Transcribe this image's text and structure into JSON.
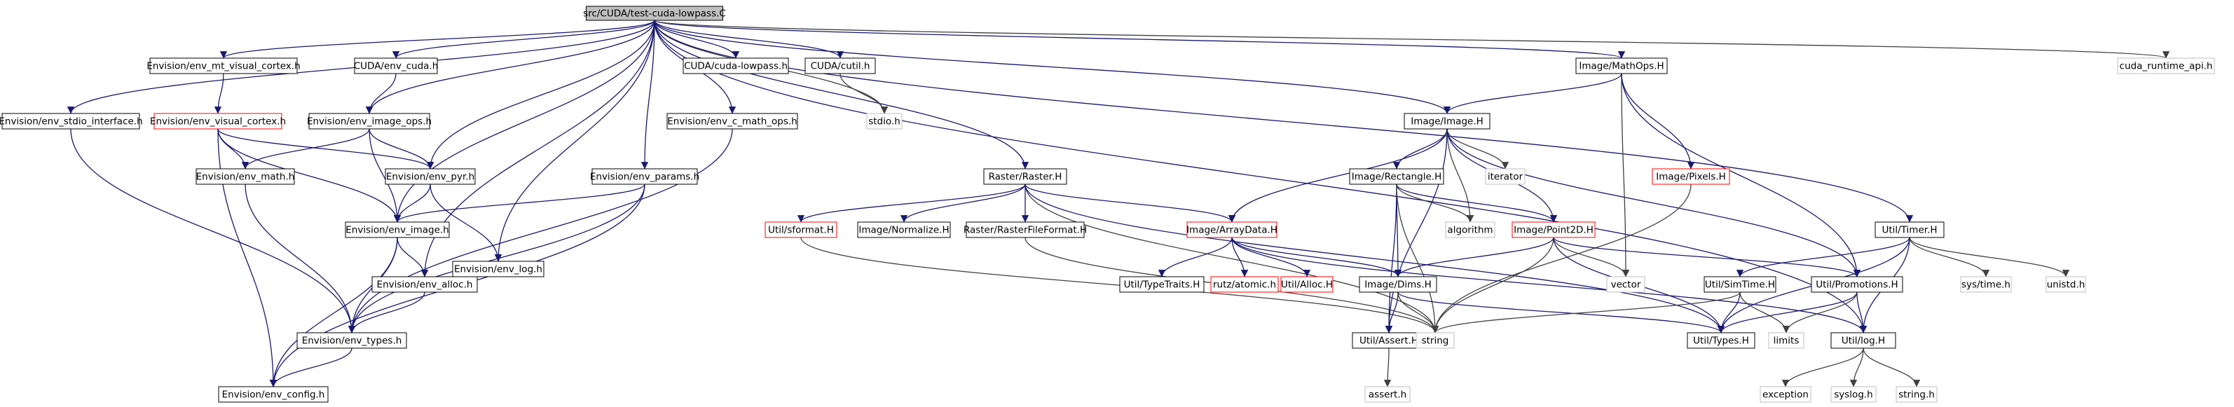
{
  "styles": {
    "root_fill": "#bfbfbf",
    "node_stroke": "#000000",
    "red_stroke": "#ff0000",
    "grey_stroke": "#bfbfbf",
    "edge_color": "#191970",
    "grey_edge_color": "#404040",
    "text_color": "#000000"
  },
  "nodes": [
    {
      "id": "root",
      "label": "src/CUDA/test-cuda-lowpass.C",
      "style": "root"
    },
    {
      "id": "stdio_if",
      "label": "Envision/env_stdio_interface.h",
      "style": "black"
    },
    {
      "id": "mt_vc",
      "label": "Envision/env_mt_visual_cortex.h",
      "style": "black"
    },
    {
      "id": "env_cuda",
      "label": "CUDA/env_cuda.h",
      "style": "black"
    },
    {
      "id": "cuda_lowpass",
      "label": "CUDA/cuda-lowpass.h",
      "style": "black"
    },
    {
      "id": "cutil",
      "label": "CUDA/cutil.h",
      "style": "black"
    },
    {
      "id": "vc",
      "label": "Envision/env_visual_cortex.h",
      "style": "red"
    },
    {
      "id": "img_ops",
      "label": "Envision/env_image_ops.h",
      "style": "black"
    },
    {
      "id": "stdio",
      "label": "stdio.h",
      "style": "grey"
    },
    {
      "id": "c_math",
      "label": "Envision/env_c_math_ops.h",
      "style": "black"
    },
    {
      "id": "mathops",
      "label": "Image/MathOps.H",
      "style": "black"
    },
    {
      "id": "cuda_rt",
      "label": "cuda_runtime_api.h",
      "style": "grey"
    },
    {
      "id": "env_math",
      "label": "Envision/env_math.h",
      "style": "black"
    },
    {
      "id": "env_pyr",
      "label": "Envision/env_pyr.h",
      "style": "black"
    },
    {
      "id": "env_params",
      "label": "Envision/env_params.h",
      "style": "black"
    },
    {
      "id": "raster",
      "label": "Raster/Raster.H",
      "style": "black"
    },
    {
      "id": "image",
      "label": "Image/Image.H",
      "style": "black"
    },
    {
      "id": "pixels",
      "label": "Image/Pixels.H",
      "style": "red"
    },
    {
      "id": "env_image",
      "label": "Envision/env_image.h",
      "style": "black"
    },
    {
      "id": "env_log",
      "label": "Envision/env_log.h",
      "style": "black"
    },
    {
      "id": "sformat",
      "label": "Util/sformat.H",
      "style": "red"
    },
    {
      "id": "normalize",
      "label": "Image/Normalize.H",
      "style": "black"
    },
    {
      "id": "rasterff",
      "label": "Raster/RasterFileFormat.H",
      "style": "black"
    },
    {
      "id": "arraydata",
      "label": "Image/ArrayData.H",
      "style": "red"
    },
    {
      "id": "rect",
      "label": "Image/Rectangle.H",
      "style": "black"
    },
    {
      "id": "iterator",
      "label": "iterator",
      "style": "grey"
    },
    {
      "id": "algorithm",
      "label": "algorithm",
      "style": "grey"
    },
    {
      "id": "point2d",
      "label": "Image/Point2D.H",
      "style": "red"
    },
    {
      "id": "timer",
      "label": "Util/Timer.H",
      "style": "black"
    },
    {
      "id": "env_alloc",
      "label": "Envision/env_alloc.h",
      "style": "black"
    },
    {
      "id": "typetraits",
      "label": "Util/TypeTraits.H",
      "style": "black"
    },
    {
      "id": "atomic",
      "label": "rutz/atomic.h",
      "style": "red"
    },
    {
      "id": "alloc",
      "label": "Util/Alloc.H",
      "style": "red"
    },
    {
      "id": "dims",
      "label": "Image/Dims.H",
      "style": "black"
    },
    {
      "id": "vector",
      "label": "vector",
      "style": "grey"
    },
    {
      "id": "simtime",
      "label": "Util/SimTime.H",
      "style": "black"
    },
    {
      "id": "promotions",
      "label": "Util/Promotions.H",
      "style": "black"
    },
    {
      "id": "systime",
      "label": "sys/time.h",
      "style": "grey"
    },
    {
      "id": "unistd",
      "label": "unistd.h",
      "style": "grey"
    },
    {
      "id": "env_types",
      "label": "Envision/env_types.h",
      "style": "black"
    },
    {
      "id": "assert",
      "label": "Util/Assert.H",
      "style": "black"
    },
    {
      "id": "string",
      "label": "string",
      "style": "grey"
    },
    {
      "id": "types",
      "label": "Util/Types.H",
      "style": "black"
    },
    {
      "id": "limits",
      "label": "limits",
      "style": "grey"
    },
    {
      "id": "log",
      "label": "Util/log.H",
      "style": "black"
    },
    {
      "id": "env_config",
      "label": "Envision/env_config.h",
      "style": "black"
    },
    {
      "id": "assert_h",
      "label": "assert.h",
      "style": "grey"
    },
    {
      "id": "exception",
      "label": "exception",
      "style": "grey"
    },
    {
      "id": "syslog",
      "label": "syslog.h",
      "style": "grey"
    },
    {
      "id": "string_h",
      "label": "string.h",
      "style": "grey"
    }
  ],
  "edges": [
    [
      "root",
      "stdio_if"
    ],
    [
      "root",
      "mt_vc"
    ],
    [
      "root",
      "env_cuda"
    ],
    [
      "root",
      "cuda_lowpass"
    ],
    [
      "root",
      "cutil"
    ],
    [
      "root",
      "img_ops"
    ],
    [
      "root",
      "stdio"
    ],
    [
      "root",
      "c_math"
    ],
    [
      "root",
      "mathops"
    ],
    [
      "root",
      "cuda_rt"
    ],
    [
      "root",
      "env_pyr"
    ],
    [
      "root",
      "env_params"
    ],
    [
      "root",
      "raster"
    ],
    [
      "root",
      "image"
    ],
    [
      "root",
      "env_image"
    ],
    [
      "root",
      "env_log"
    ],
    [
      "root",
      "timer"
    ],
    [
      "root",
      "env_alloc"
    ],
    [
      "root",
      "log"
    ],
    [
      "stdio_if",
      "env_types"
    ],
    [
      "mt_vc",
      "vc"
    ],
    [
      "env_cuda",
      "img_ops"
    ],
    [
      "cutil",
      "stdio"
    ],
    [
      "vc",
      "env_math"
    ],
    [
      "vc",
      "env_pyr"
    ],
    [
      "vc",
      "env_image"
    ],
    [
      "vc",
      "env_config"
    ],
    [
      "img_ops",
      "env_math"
    ],
    [
      "img_ops",
      "env_pyr"
    ],
    [
      "img_ops",
      "env_image"
    ],
    [
      "c_math",
      "env_types"
    ],
    [
      "mathops",
      "image"
    ],
    [
      "mathops",
      "pixels"
    ],
    [
      "mathops",
      "vector"
    ],
    [
      "mathops",
      "promotions"
    ],
    [
      "env_math",
      "env_types"
    ],
    [
      "env_pyr",
      "env_image"
    ],
    [
      "env_pyr",
      "env_log"
    ],
    [
      "env_params",
      "env_image"
    ],
    [
      "env_params",
      "env_types"
    ],
    [
      "env_params",
      "env_config"
    ],
    [
      "raster",
      "sformat"
    ],
    [
      "raster",
      "normalize"
    ],
    [
      "raster",
      "rasterff"
    ],
    [
      "raster",
      "arraydata"
    ],
    [
      "raster",
      "string"
    ],
    [
      "raster",
      "types"
    ],
    [
      "image",
      "assert"
    ],
    [
      "image",
      "arraydata"
    ],
    [
      "image",
      "rect"
    ],
    [
      "image",
      "iterator"
    ],
    [
      "image",
      "algorithm"
    ],
    [
      "image",
      "point2d"
    ],
    [
      "image",
      "promotions"
    ],
    [
      "pixels",
      "string"
    ],
    [
      "env_image",
      "env_alloc"
    ],
    [
      "env_image",
      "env_types"
    ],
    [
      "env_image",
      "env_config"
    ],
    [
      "sformat",
      "string"
    ],
    [
      "rasterff",
      "string"
    ],
    [
      "arraydata",
      "typetraits"
    ],
    [
      "arraydata",
      "atomic"
    ],
    [
      "arraydata",
      "alloc"
    ],
    [
      "arraydata",
      "dims"
    ],
    [
      "arraydata",
      "log"
    ],
    [
      "rect",
      "dims"
    ],
    [
      "rect",
      "assert"
    ],
    [
      "rect",
      "algorithm"
    ],
    [
      "rect",
      "point2d"
    ],
    [
      "rect",
      "string"
    ],
    [
      "point2d",
      "dims"
    ],
    [
      "point2d",
      "vector"
    ],
    [
      "point2d",
      "string"
    ],
    [
      "point2d",
      "promotions"
    ],
    [
      "point2d",
      "types"
    ],
    [
      "timer",
      "simtime"
    ],
    [
      "timer",
      "systime"
    ],
    [
      "timer",
      "unistd"
    ],
    [
      "timer",
      "types"
    ],
    [
      "timer",
      "log"
    ],
    [
      "env_alloc",
      "env_types"
    ],
    [
      "dims",
      "assert"
    ],
    [
      "dims",
      "string"
    ],
    [
      "dims",
      "types"
    ],
    [
      "simtime",
      "string"
    ],
    [
      "simtime",
      "types"
    ],
    [
      "simtime",
      "limits"
    ],
    [
      "promotions",
      "types"
    ],
    [
      "promotions",
      "limits"
    ],
    [
      "promotions",
      "log"
    ],
    [
      "env_types",
      "env_config"
    ],
    [
      "assert",
      "assert_h"
    ],
    [
      "log",
      "exception"
    ],
    [
      "log",
      "syslog"
    ],
    [
      "log",
      "string_h"
    ]
  ]
}
